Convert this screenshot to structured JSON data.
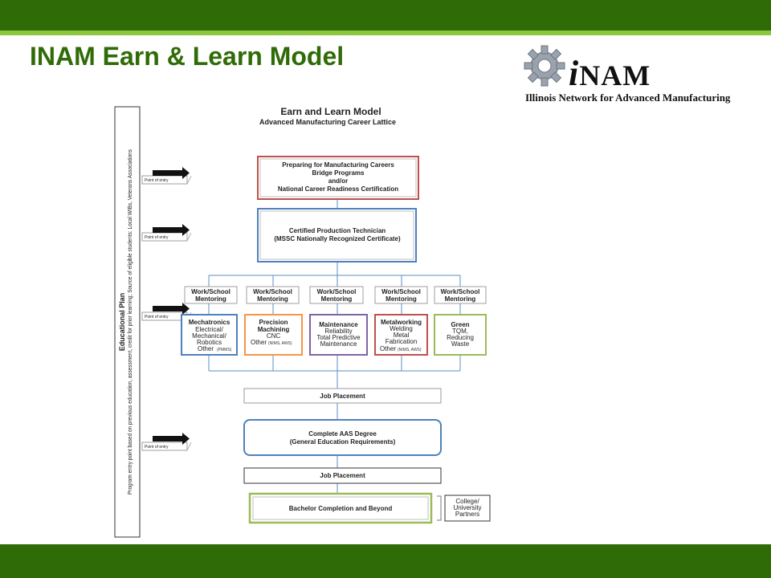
{
  "slide": {
    "title": "INAM Earn & Learn Model"
  },
  "logo": {
    "icon": "gear-icon",
    "wordmark_i": "i",
    "wordmark_rest": "NAM",
    "tagline": "Illinois Network for Advanced Manufacturing"
  },
  "diagram": {
    "title": "Earn and Learn Model",
    "subtitle": "Advanced Manufacturing Career Lattice",
    "side_panel": {
      "title": "Educational Plan",
      "line1": "Program entry point based on previous education, assessment, credit for prior learning; Source of eligible students: Local WIBs, Veterans Associations",
      "point_of_entry": "Point of entry"
    },
    "prep": {
      "line1": "Preparing for Manufacturing Careers",
      "line2": "Bridge Programs",
      "line3": "and/or",
      "line4": "National Career Readiness Certification"
    },
    "cpt": {
      "line1": "Certified Production Technician",
      "line2": "(MSSC Nationally Recognized Certificate)"
    },
    "mentoring": {
      "line1": "Work/School",
      "line2": "Mentoring"
    },
    "tracks": {
      "mechatronics": {
        "title": "Mechatronics",
        "l1": "Electrical/",
        "l2": "Mechanical/",
        "l3": "Robotics",
        "l4": "Other",
        "note": "(PMMS)"
      },
      "precision": {
        "title": "Precision",
        "title2": "Machining",
        "l1": "CNC",
        "l2": "Other",
        "note": "(NIMS, AWS)"
      },
      "maintenance": {
        "title": "Maintenance",
        "l1": "Reliability",
        "l2": "Total Predictive",
        "l3": "Maintenance"
      },
      "metalworking": {
        "title": "Metalworking",
        "l1": "Welding",
        "l2": "Metal",
        "l3": "Fabrication",
        "l4": "Other",
        "note": "(NIMS, AWS)"
      },
      "green": {
        "title": "Green",
        "l1": "TQM,",
        "l2": "Reducing",
        "l3": "Waste"
      }
    },
    "job_placement": "Job Placement",
    "aas": {
      "line1": "Complete AAS Degree",
      "line2": "(General Education Requirements)"
    },
    "bachelor": "Bachelor Completion and Beyond",
    "partners": {
      "line1": "College/",
      "line2": "University",
      "line3": "Partners"
    },
    "colors": {
      "prep_border": "#c0504d",
      "cpt_border": "#4f81bd",
      "mechatronics": "#4f81bd",
      "precision": "#f79646",
      "maintenance": "#8064a2",
      "metalworking": "#c0504d",
      "green": "#9bbb59",
      "connector": "#5b8fc7"
    }
  }
}
